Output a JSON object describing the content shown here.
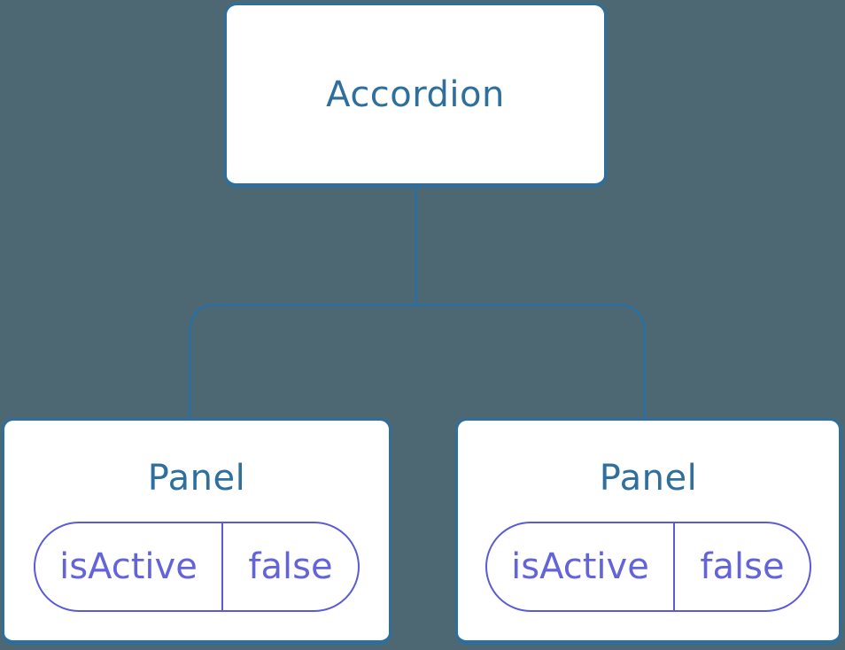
{
  "diagram": {
    "title": "component-state-tree",
    "colors": {
      "background": "#4D6873",
      "node_fill": "#FFFFFF",
      "node_border_blue": "#2D6E9D",
      "node_text_blue": "#2E6F9E",
      "pill_border_purple": "#5B5BD6",
      "pill_text_purple": "#6363DC"
    },
    "root": {
      "label": "Accordion"
    },
    "panels": [
      {
        "label": "Panel",
        "state": {
          "key": "isActive",
          "value": "false"
        }
      },
      {
        "label": "Panel",
        "state": {
          "key": "isActive",
          "value": "false"
        }
      }
    ]
  }
}
